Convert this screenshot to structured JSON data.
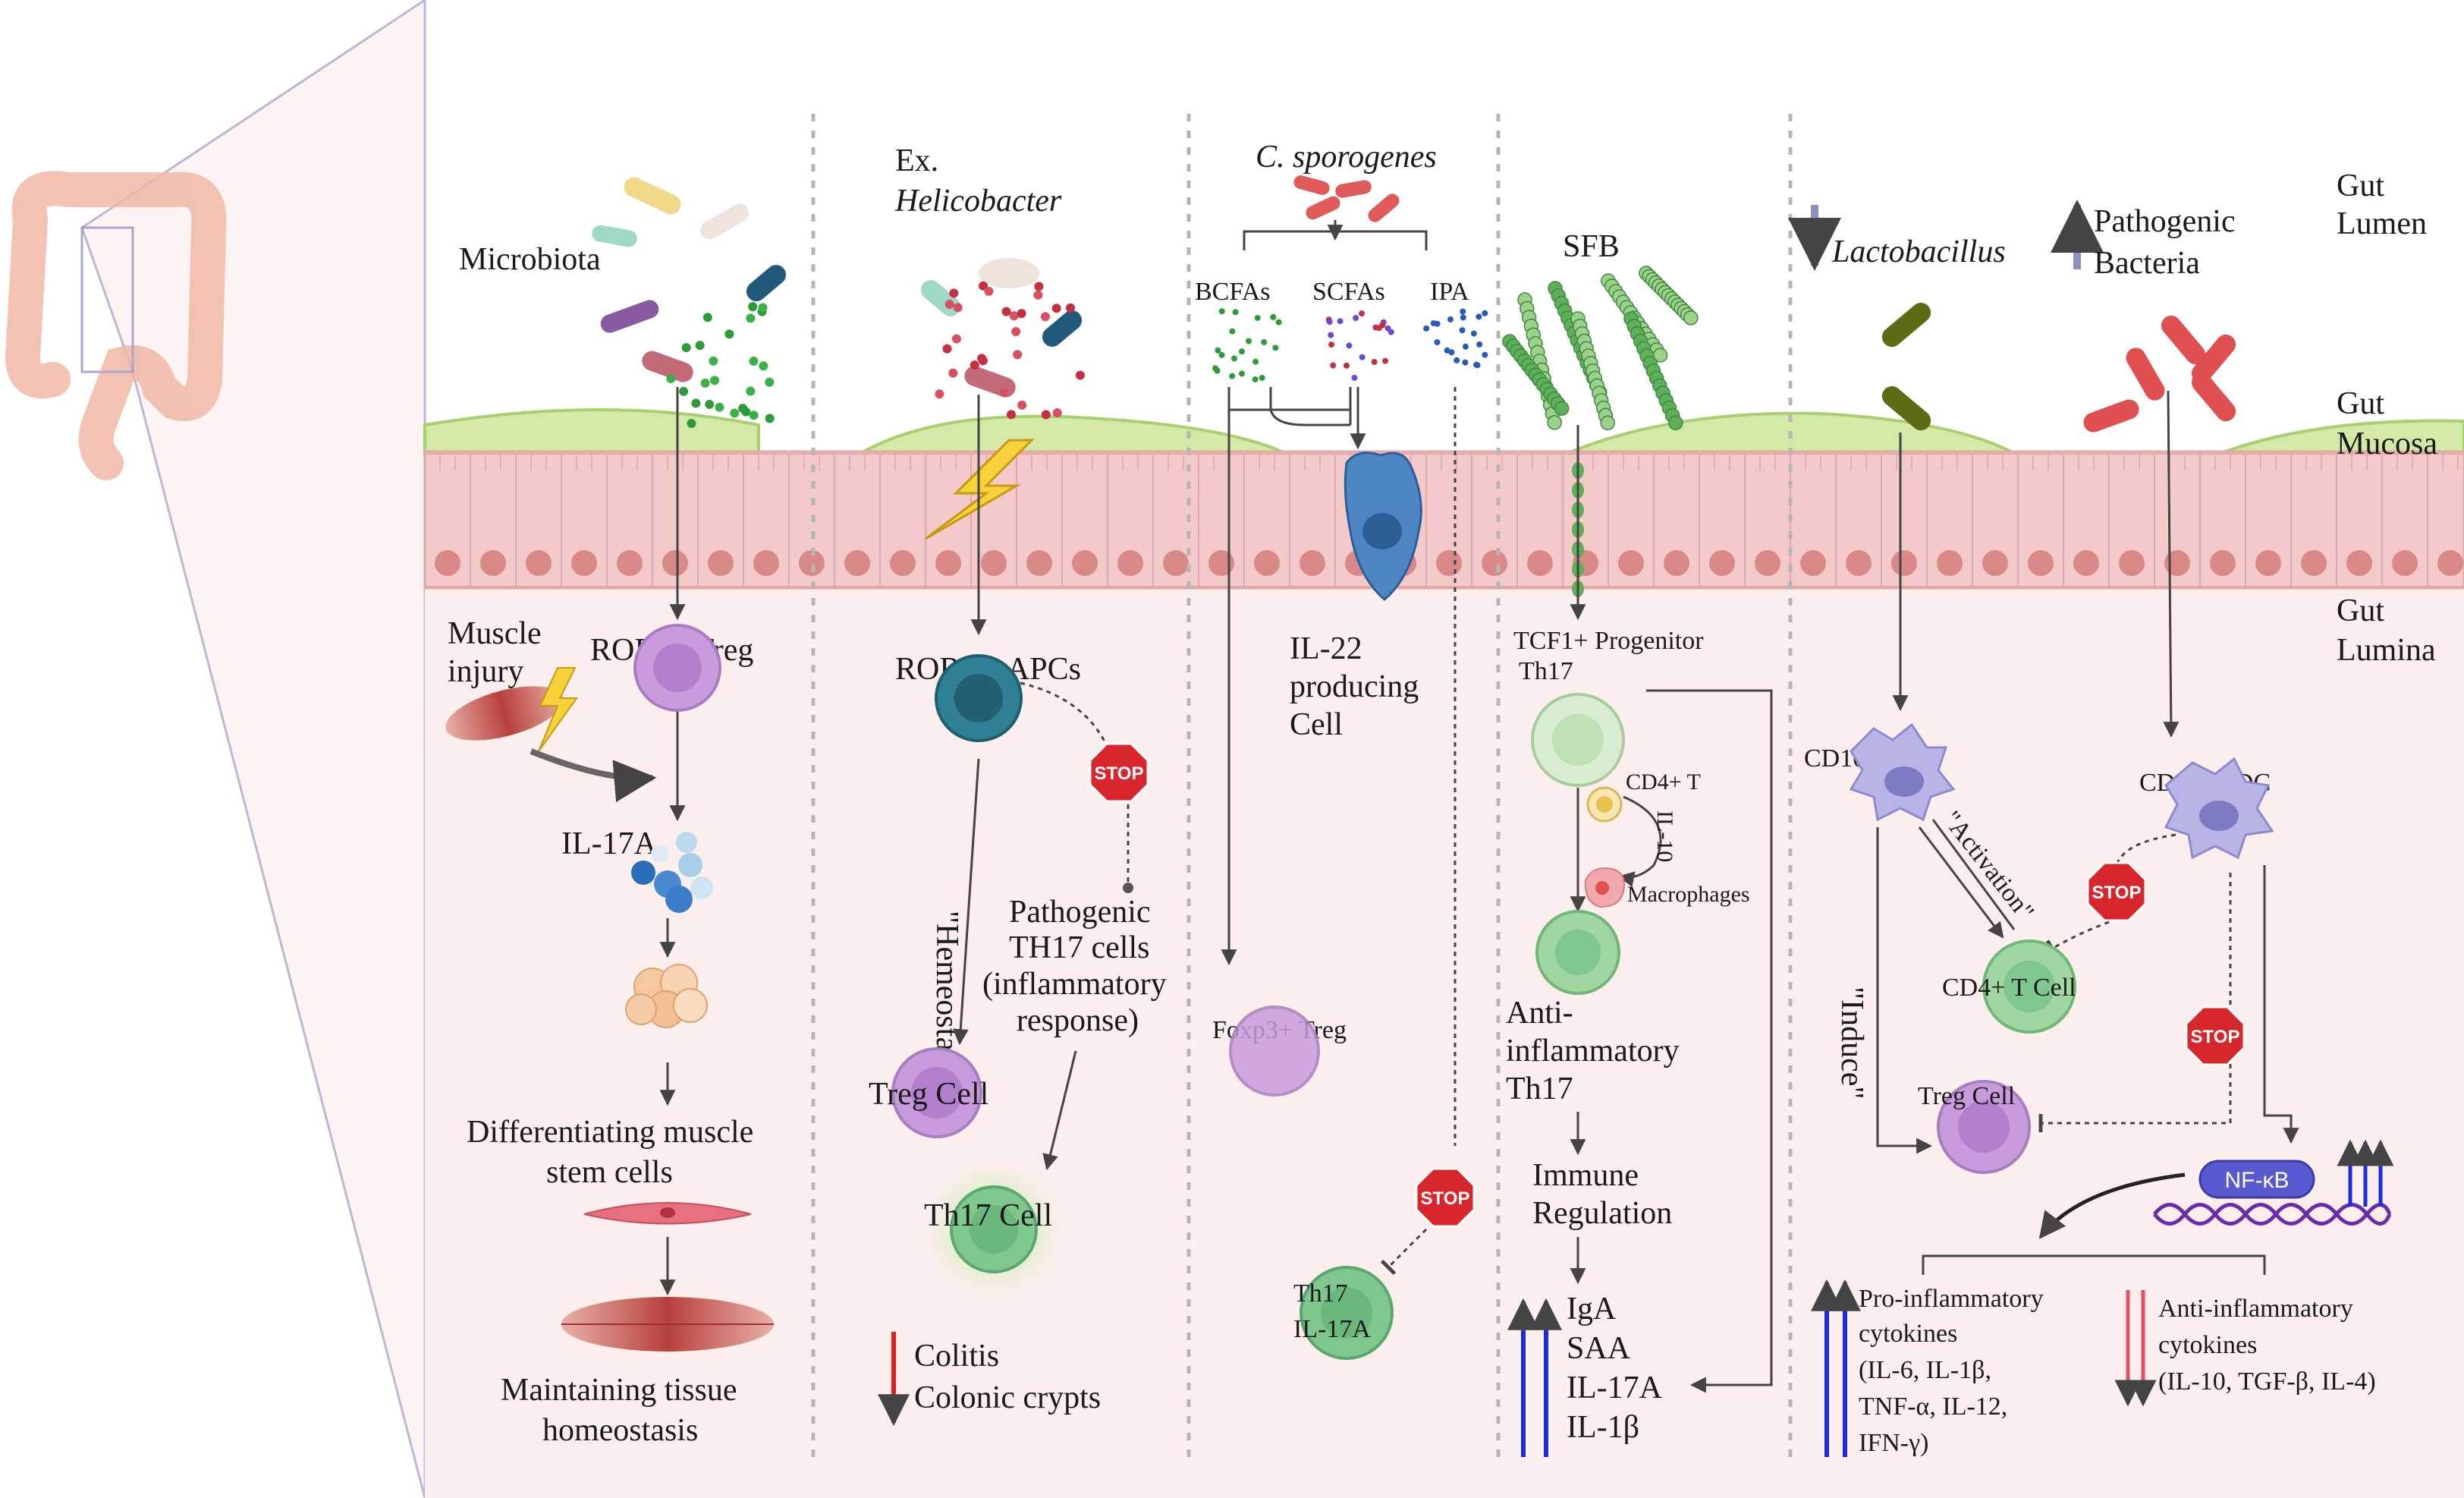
{
  "zones": {
    "lumen": [
      "Gut",
      "Lumen"
    ],
    "mucosa": [
      "Gut",
      "Mucosa"
    ],
    "lumina": [
      "Gut",
      "Lumina"
    ]
  },
  "panel1": {
    "microbiota": "Microbiota",
    "muscle_injury": [
      "Muscle",
      "injury"
    ],
    "treg_label": "RORγ⁺ Treg",
    "il17a": "IL-17A",
    "diff": [
      "Differentiating muscle",
      "stem cells"
    ],
    "maintain": [
      "Maintaining tissue",
      "homeostasis"
    ]
  },
  "panel2": {
    "ex": "Ex.",
    "helicobacter": "Helicobacter",
    "apcs": "RORγt⁺ APCs",
    "homeostasis": "\"Hemeostasis\"",
    "pathogenic": [
      "Pathogenic",
      "TH17 cells",
      "(inflammatory",
      "response)"
    ],
    "treg_cell": "Treg Cell",
    "th17_cell": "Th17 Cell",
    "colitis": "Colitis",
    "crypts": "Colonic crypts"
  },
  "panel3": {
    "csporogenes": "C. sporogenes",
    "bcfas": "BCFAs",
    "scfas": "SCFAs",
    "ipa": "IPA",
    "il22": [
      "IL-22",
      "producing",
      "Cell"
    ],
    "foxp3": "Foxp3+ Treg",
    "th17": [
      "Th17",
      "IL-17A"
    ]
  },
  "panel4": {
    "sfb": "SFB",
    "tcf1": [
      "TCF1+ Progenitor",
      "Th17"
    ],
    "cd4t": "CD4+ T",
    "il10": "IL-10",
    "macrophages": "Macrophages",
    "anti": [
      "Anti-",
      "inflammatory",
      "Th17"
    ],
    "immune": [
      "Immune",
      "Regulation"
    ],
    "outputs": [
      "IgA",
      "SAA",
      "IL-17A",
      "IL-1β"
    ]
  },
  "panel5": {
    "lactobacillus": "Lactobacillus",
    "pathogenic_bacteria": [
      "Pathogenic",
      "Bacteria"
    ],
    "cd103_left": "CD103+ DC",
    "cd103_right": "CD103+ DC",
    "activation": "\"Activation\"",
    "induce": "\"Induce\"",
    "cd4_cell": "CD4+ T Cell",
    "treg_cell": "Treg Cell",
    "nfkb": "NF-κB",
    "pro": [
      "Pro-inflammatory",
      "cytokines",
      "(IL-6, IL-1β,",
      "TNF-α, IL-12,",
      "IFN-γ)"
    ],
    "anti": [
      "Anti-inflammatory",
      "cytokines",
      "(IL-10, TGF-β, IL-4)"
    ]
  },
  "stop_label": "STOP",
  "colors": {
    "mucosa_green": "#d4e8a8",
    "epithelium": "#f4c9c9",
    "nucleus": "#d98888",
    "lumina_bg": "#fdeeee",
    "treg_purple": "#c99bdc",
    "th17_green": "#7fc78e",
    "apc_teal": "#2f7f95",
    "dc_lavender": "#b7b4e6",
    "stop_red": "#d7262c",
    "up_blue": "#1a2ae6",
    "down_red": "#e02020"
  }
}
